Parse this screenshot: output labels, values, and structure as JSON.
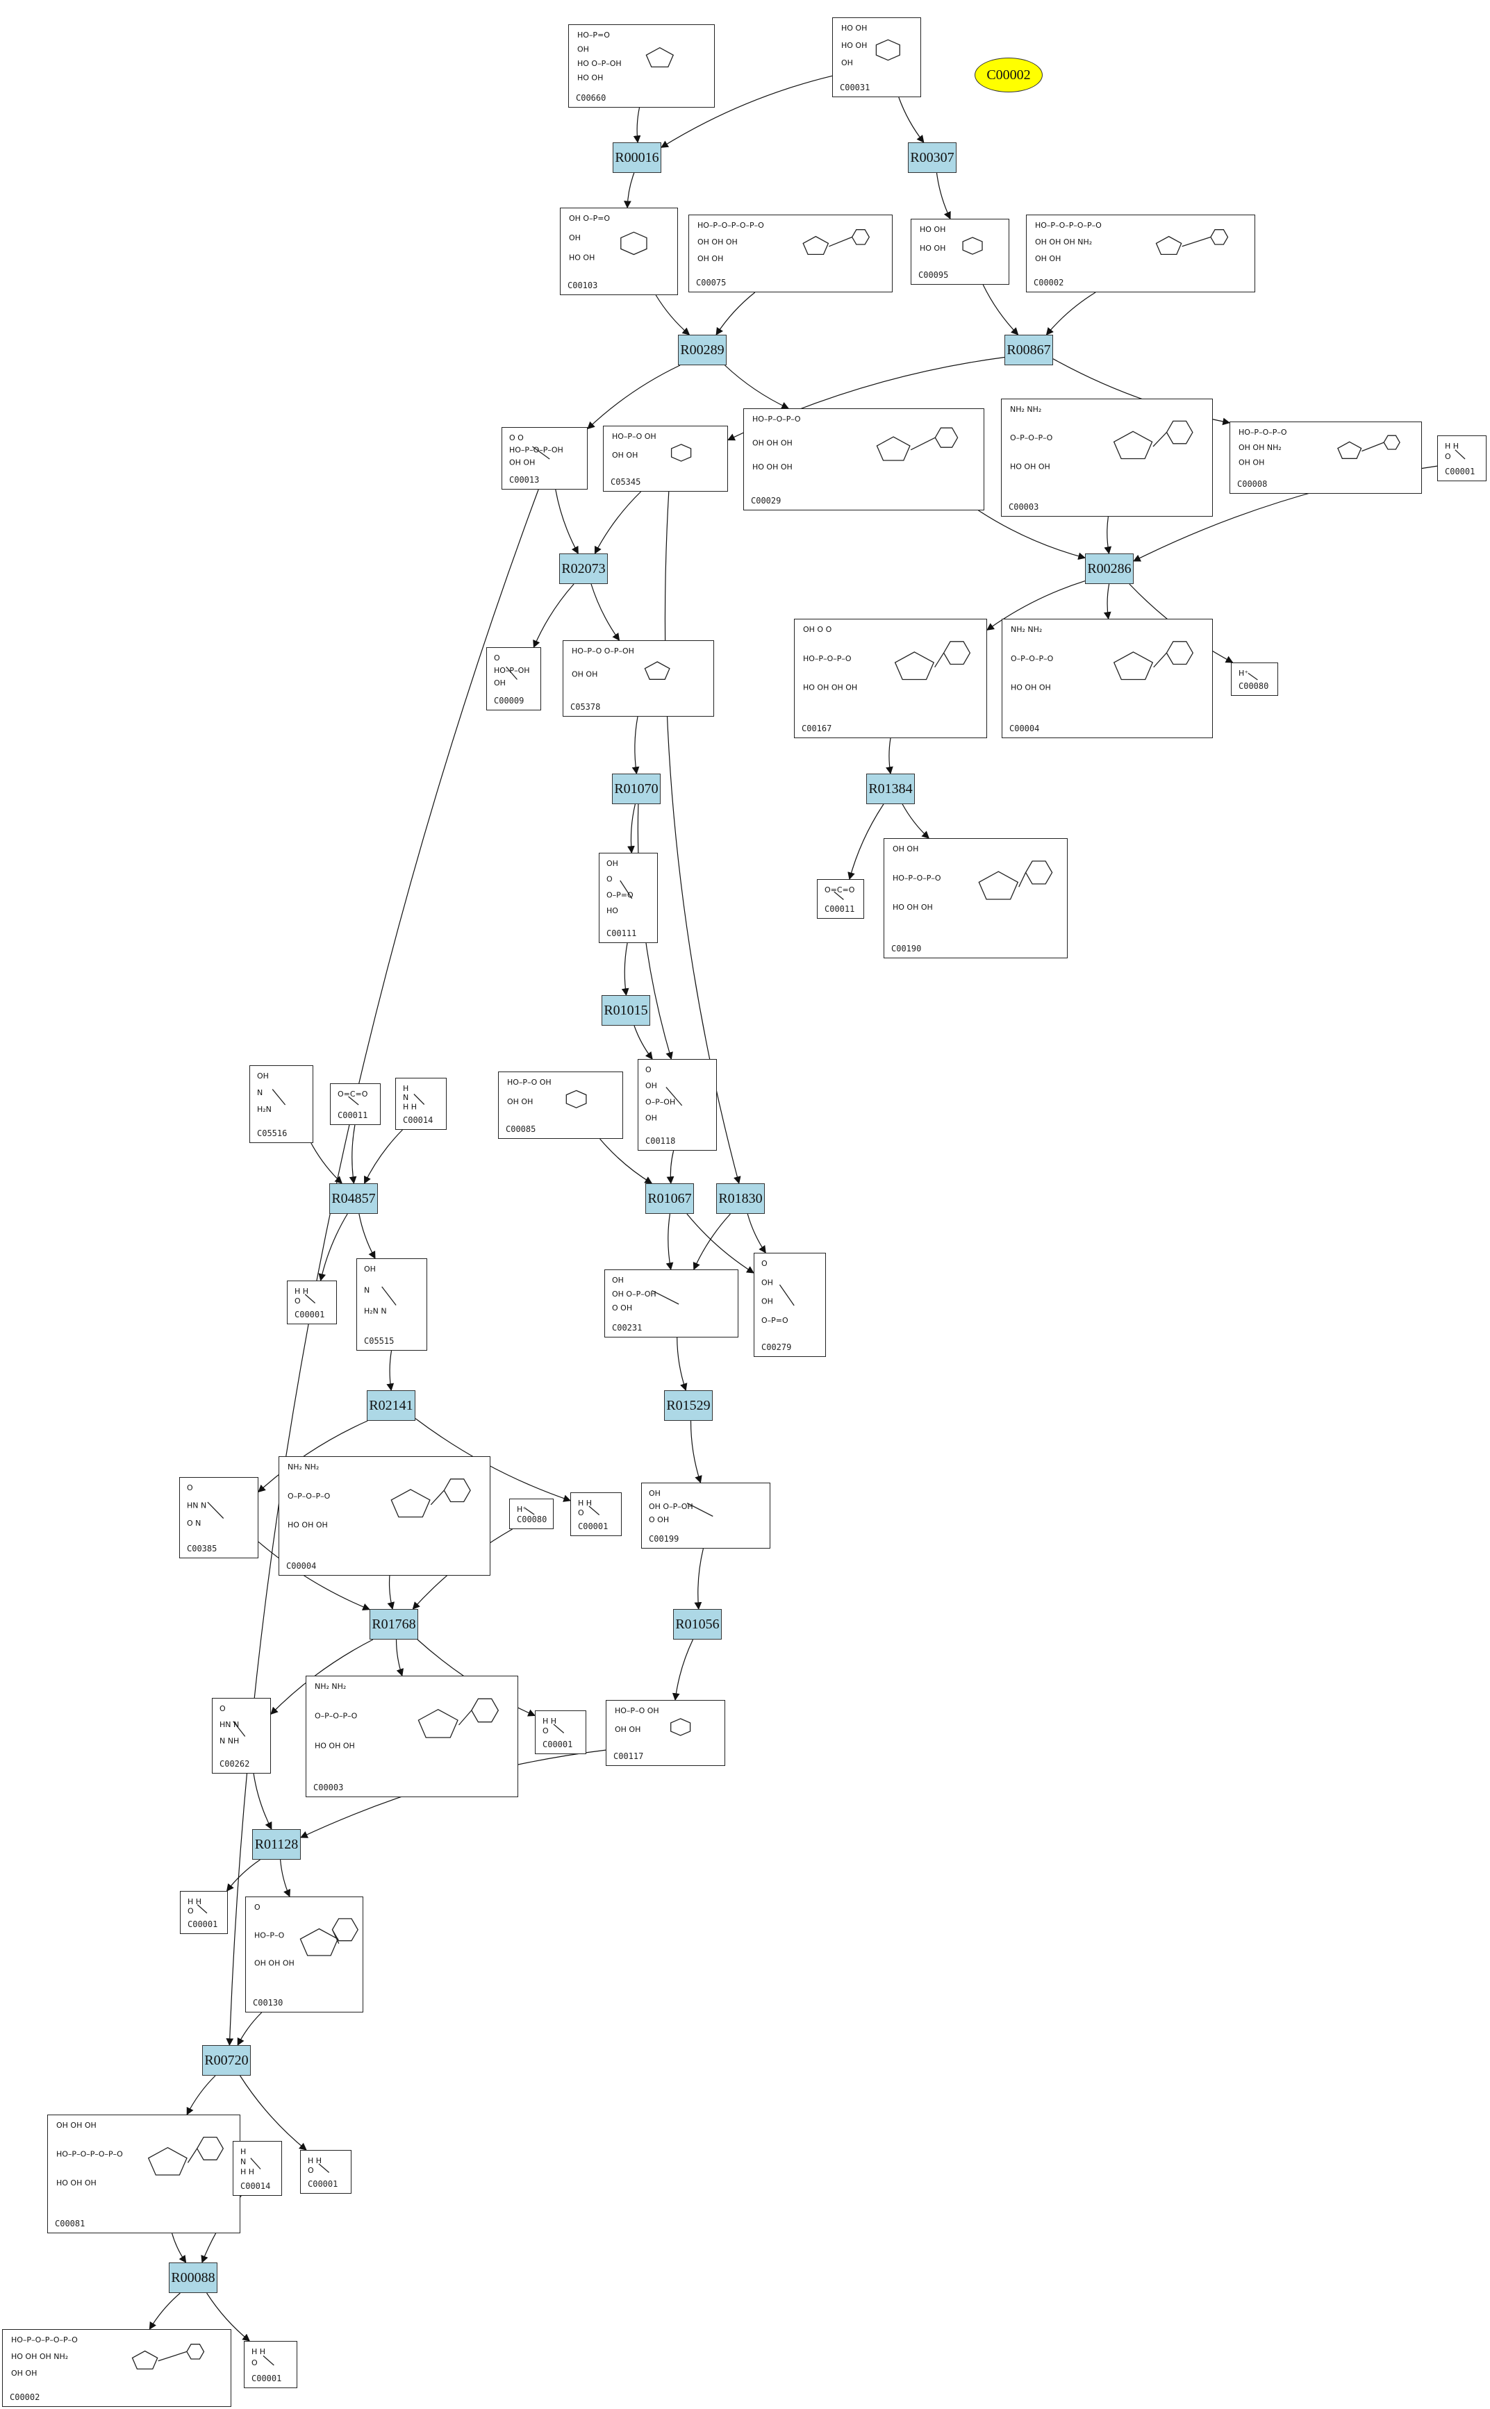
{
  "reactions": [
    {
      "id": "R00016",
      "label": "R00016"
    },
    {
      "id": "R00307",
      "label": "R00307"
    },
    {
      "id": "R00289",
      "label": "R00289"
    },
    {
      "id": "R00867",
      "label": "R00867"
    },
    {
      "id": "R02073",
      "label": "R02073"
    },
    {
      "id": "R00286",
      "label": "R00286"
    },
    {
      "id": "R01070",
      "label": "R01070"
    },
    {
      "id": "R01384",
      "label": "R01384"
    },
    {
      "id": "R01015",
      "label": "R01015"
    },
    {
      "id": "R04857",
      "label": "R04857"
    },
    {
      "id": "R01067",
      "label": "R01067"
    },
    {
      "id": "R01830",
      "label": "R01830"
    },
    {
      "id": "R02141",
      "label": "R02141"
    },
    {
      "id": "R01529",
      "label": "R01529"
    },
    {
      "id": "R01768",
      "label": "R01768"
    },
    {
      "id": "R01056",
      "label": "R01056"
    },
    {
      "id": "R01128",
      "label": "R01128"
    },
    {
      "id": "R00720",
      "label": "R00720"
    },
    {
      "id": "R00088",
      "label": "R00088"
    }
  ],
  "highlight": {
    "id": "C00002_oval",
    "label": "C00002",
    "color": "#ffff00"
  },
  "compounds": [
    {
      "id": "n_c00660",
      "label": "C00660",
      "type": "sugar",
      "lines": [
        "HO–P=O",
        "OH",
        "HO  O–P–OH",
        "HO   OH"
      ]
    },
    {
      "id": "n_c00031",
      "label": "C00031",
      "type": "sugar",
      "lines": [
        "HO  OH",
        "HO  OH",
        "OH"
      ]
    },
    {
      "id": "n_c00103",
      "label": "C00103",
      "type": "sugar",
      "lines": [
        "OH O–P=O",
        "OH",
        "HO OH"
      ]
    },
    {
      "id": "n_c00075",
      "label": "C00075",
      "type": "nucleotide",
      "lines": [
        "HO–P–O–P–O–P–O",
        "OH OH OH",
        "OH OH"
      ]
    },
    {
      "id": "n_c00095",
      "label": "C00095",
      "type": "sugar",
      "lines": [
        "HO OH",
        "HO OH"
      ]
    },
    {
      "id": "n_c00002a",
      "label": "C00002",
      "type": "nucleotide",
      "lines": [
        "HO–P–O–P–O–P–O",
        "OH OH OH  NH₂",
        "OH OH"
      ]
    },
    {
      "id": "n_c00013",
      "label": "C00013",
      "type": "text",
      "lines": [
        "O   O",
        "HO–P–O–P–OH",
        "OH  OH"
      ]
    },
    {
      "id": "n_c05345",
      "label": "C05345",
      "type": "sugar",
      "lines": [
        "HO–P–O  OH",
        "OH  OH"
      ]
    },
    {
      "id": "n_c00029",
      "label": "C00029",
      "type": "nucleotide",
      "lines": [
        "HO–P–O–P–O",
        "OH OH OH",
        "HO OH OH"
      ]
    },
    {
      "id": "n_c00003a",
      "label": "C00003",
      "type": "nucleotide",
      "lines": [
        "NH₂   NH₂",
        "O–P–O–P–O",
        "HO OH OH"
      ]
    },
    {
      "id": "n_c00008",
      "label": "C00008",
      "type": "nucleotide",
      "lines": [
        "HO–P–O–P–O",
        "OH OH  NH₂",
        "OH OH"
      ]
    },
    {
      "id": "n_c00001a",
      "label": "C00001",
      "type": "text",
      "lines": [
        "H  H",
        "O"
      ]
    },
    {
      "id": "n_c00009a",
      "label": "C00009",
      "type": "text",
      "lines": [
        "O",
        "HO–P–OH",
        "OH"
      ]
    },
    {
      "id": "n_c05378",
      "label": "C05378",
      "type": "sugar",
      "lines": [
        "HO–P–O  O–P–OH",
        "OH  OH"
      ]
    },
    {
      "id": "n_c00167",
      "label": "C00167",
      "type": "nucleotide",
      "lines": [
        "OH  O  O",
        "HO–P–O–P–O",
        "HO OH OH OH"
      ]
    },
    {
      "id": "n_c00004a",
      "label": "C00004",
      "type": "nucleotide",
      "lines": [
        "NH₂   NH₂",
        "O–P–O–P–O",
        "HO OH OH"
      ]
    },
    {
      "id": "n_c00080a",
      "label": "C00080",
      "type": "text",
      "lines": [
        "H⁺"
      ]
    },
    {
      "id": "n_c00111",
      "label": "C00111",
      "type": "text",
      "lines": [
        "OH",
        "O",
        "O–P=O",
        "HO"
      ]
    },
    {
      "id": "n_c00011a",
      "label": "C00011",
      "type": "text",
      "lines": [
        "O=C=O"
      ]
    },
    {
      "id": "n_c00190",
      "label": "C00190",
      "type": "nucleotide",
      "lines": [
        "OH OH",
        "HO–P–O–P–O",
        "HO OH OH"
      ]
    },
    {
      "id": "n_c05516",
      "label": "C05516",
      "type": "text",
      "lines": [
        "OH",
        "N",
        "H₂N"
      ]
    },
    {
      "id": "n_c00011b",
      "label": "C00011",
      "type": "text",
      "lines": [
        "O=C=O"
      ]
    },
    {
      "id": "n_c00014a",
      "label": "C00014",
      "type": "text",
      "lines": [
        "H",
        "N",
        "H  H"
      ]
    },
    {
      "id": "n_c00085",
      "label": "C00085",
      "type": "sugar",
      "lines": [
        "HO–P–O  OH",
        "OH  OH"
      ]
    },
    {
      "id": "n_c00118",
      "label": "C00118",
      "type": "text",
      "lines": [
        "O",
        "OH",
        "O–P–OH",
        "OH"
      ]
    },
    {
      "id": "n_c00001b",
      "label": "C00001",
      "type": "text",
      "lines": [
        "H  H",
        "O"
      ]
    },
    {
      "id": "n_c05515",
      "label": "C05515",
      "type": "text",
      "lines": [
        "OH",
        "N",
        "H₂N  N"
      ]
    },
    {
      "id": "n_c00231",
      "label": "C00231",
      "type": "text",
      "lines": [
        "OH",
        "OH  O–P–OH",
        "O  OH"
      ]
    },
    {
      "id": "n_c00279",
      "label": "C00279",
      "type": "text",
      "lines": [
        "O",
        "OH",
        "OH",
        "O–P=O"
      ]
    },
    {
      "id": "n_c00001c",
      "label": "C00001",
      "type": "text",
      "lines": [
        "H  H",
        "O"
      ]
    },
    {
      "id": "n_c00385",
      "label": "C00385",
      "type": "text",
      "lines": [
        "O",
        "HN  N",
        "O  N"
      ]
    },
    {
      "id": "n_c00004b",
      "label": "C00004",
      "type": "nucleotide",
      "lines": [
        "NH₂   NH₂",
        "O–P–O–P–O",
        "HO OH OH"
      ]
    },
    {
      "id": "n_c00080b",
      "label": "C00080",
      "type": "text",
      "lines": [
        "H⁺"
      ]
    },
    {
      "id": "n_c00199",
      "label": "C00199",
      "type": "text",
      "lines": [
        "OH",
        "OH  O–P–OH",
        "O  OH"
      ]
    },
    {
      "id": "n_c00262",
      "label": "C00262",
      "type": "text",
      "lines": [
        "O",
        "HN  N",
        "N  NH"
      ]
    },
    {
      "id": "n_c00003b",
      "label": "C00003",
      "type": "nucleotide",
      "lines": [
        "NH₂   NH₂",
        "O–P–O–P–O",
        "HO OH OH"
      ]
    },
    {
      "id": "n_c00001d",
      "label": "C00001",
      "type": "text",
      "lines": [
        "H  H",
        "O"
      ]
    },
    {
      "id": "n_c00117",
      "label": "C00117",
      "type": "sugar",
      "lines": [
        "HO–P–O  OH",
        "OH  OH"
      ]
    },
    {
      "id": "n_c00001e",
      "label": "C00001",
      "type": "text",
      "lines": [
        "H  H",
        "O"
      ]
    },
    {
      "id": "n_c00130",
      "label": "C00130",
      "type": "nucleotide",
      "lines": [
        "O",
        "HO–P–O",
        "OH  OH OH"
      ]
    },
    {
      "id": "n_c00081",
      "label": "C00081",
      "type": "nucleotide",
      "lines": [
        "OH OH OH",
        "HO–P–O–P–O–P–O",
        "HO OH OH"
      ]
    },
    {
      "id": "n_c00014b",
      "label": "C00014",
      "type": "text",
      "lines": [
        "H",
        "N",
        "H  H"
      ]
    },
    {
      "id": "n_c00001f",
      "label": "C00001",
      "type": "text",
      "lines": [
        "H  H",
        "O"
      ]
    },
    {
      "id": "n_c00002b",
      "label": "C00002",
      "type": "nucleotide",
      "lines": [
        "HO–P–O–P–O–P–O",
        "HO OH OH  NH₂",
        "OH OH"
      ]
    },
    {
      "id": "n_c00001g",
      "label": "C00001",
      "type": "text",
      "lines": [
        "H  H",
        "O"
      ]
    }
  ],
  "edges": [
    [
      "n_c00660",
      "R00016"
    ],
    [
      "n_c00031",
      "R00016"
    ],
    [
      "n_c00031",
      "R00307"
    ],
    [
      "R00016",
      "n_c00103"
    ],
    [
      "R00307",
      "n_c00095"
    ],
    [
      "n_c00103",
      "R00289"
    ],
    [
      "n_c00075",
      "R00289"
    ],
    [
      "n_c00095",
      "R00867"
    ],
    [
      "n_c00002a",
      "R00867"
    ],
    [
      "R00289",
      "n_c00013"
    ],
    [
      "R00289",
      "n_c00029"
    ],
    [
      "R00867",
      "n_c05345"
    ],
    [
      "R00867",
      "n_c00008"
    ],
    [
      "n_c00013",
      "R02073"
    ],
    [
      "n_c05345",
      "R02073"
    ],
    [
      "n_c00029",
      "R00286"
    ],
    [
      "n_c00003a",
      "R00286"
    ],
    [
      "n_c00001a",
      "R00286"
    ],
    [
      "R02073",
      "n_c00009a"
    ],
    [
      "R02073",
      "n_c05378"
    ],
    [
      "R00286",
      "n_c00167"
    ],
    [
      "R00286",
      "n_c00004a"
    ],
    [
      "R00286",
      "n_c00080a"
    ],
    [
      "n_c05378",
      "R01070"
    ],
    [
      "R01070",
      "n_c00111"
    ],
    [
      "R01070",
      "n_c00118"
    ],
    [
      "n_c00167",
      "R01384"
    ],
    [
      "R01384",
      "n_c00011a"
    ],
    [
      "R01384",
      "n_c00190"
    ],
    [
      "n_c00111",
      "R01015"
    ],
    [
      "R01015",
      "n_c00118"
    ],
    [
      "n_c05516",
      "R04857"
    ],
    [
      "n_c00011b",
      "R04857"
    ],
    [
      "n_c00014a",
      "R04857"
    ],
    [
      "R04857",
      "n_c00001b"
    ],
    [
      "R04857",
      "n_c05515"
    ],
    [
      "n_c00085",
      "R01067"
    ],
    [
      "n_c00118",
      "R01067"
    ],
    [
      "n_c05345",
      "R01830"
    ],
    [
      "R01067",
      "n_c00231"
    ],
    [
      "R01067",
      "n_c00279"
    ],
    [
      "R01830",
      "n_c00231"
    ],
    [
      "R01830",
      "n_c00279"
    ],
    [
      "n_c05515",
      "R02141"
    ],
    [
      "R02141",
      "n_c00385"
    ],
    [
      "R02141",
      "n_c00001c"
    ],
    [
      "n_c00231",
      "R01529"
    ],
    [
      "R01529",
      "n_c00199"
    ],
    [
      "n_c00385",
      "R01768"
    ],
    [
      "n_c00004b",
      "R01768"
    ],
    [
      "n_c00080b",
      "R01768"
    ],
    [
      "R01768",
      "n_c00262"
    ],
    [
      "R01768",
      "n_c00003b"
    ],
    [
      "R01768",
      "n_c00001d"
    ],
    [
      "n_c00199",
      "R01056"
    ],
    [
      "R01056",
      "n_c00117"
    ],
    [
      "n_c00262",
      "R01128"
    ],
    [
      "n_c00117",
      "R01128"
    ],
    [
      "R01128",
      "n_c00001e"
    ],
    [
      "R01128",
      "n_c00130"
    ],
    [
      "n_c00130",
      "R00720"
    ],
    [
      "n_c00013",
      "R00720"
    ],
    [
      "R00720",
      "n_c00081"
    ],
    [
      "R00720",
      "n_c00001f"
    ],
    [
      "n_c00081",
      "R00088"
    ],
    [
      "n_c00014b",
      "R00088"
    ],
    [
      "R00088",
      "n_c00002b"
    ],
    [
      "R00088",
      "n_c00001g"
    ]
  ],
  "colors": {
    "reaction_fill": "#add8e6",
    "highlight_fill": "#ffff00",
    "stroke": "#222222"
  }
}
